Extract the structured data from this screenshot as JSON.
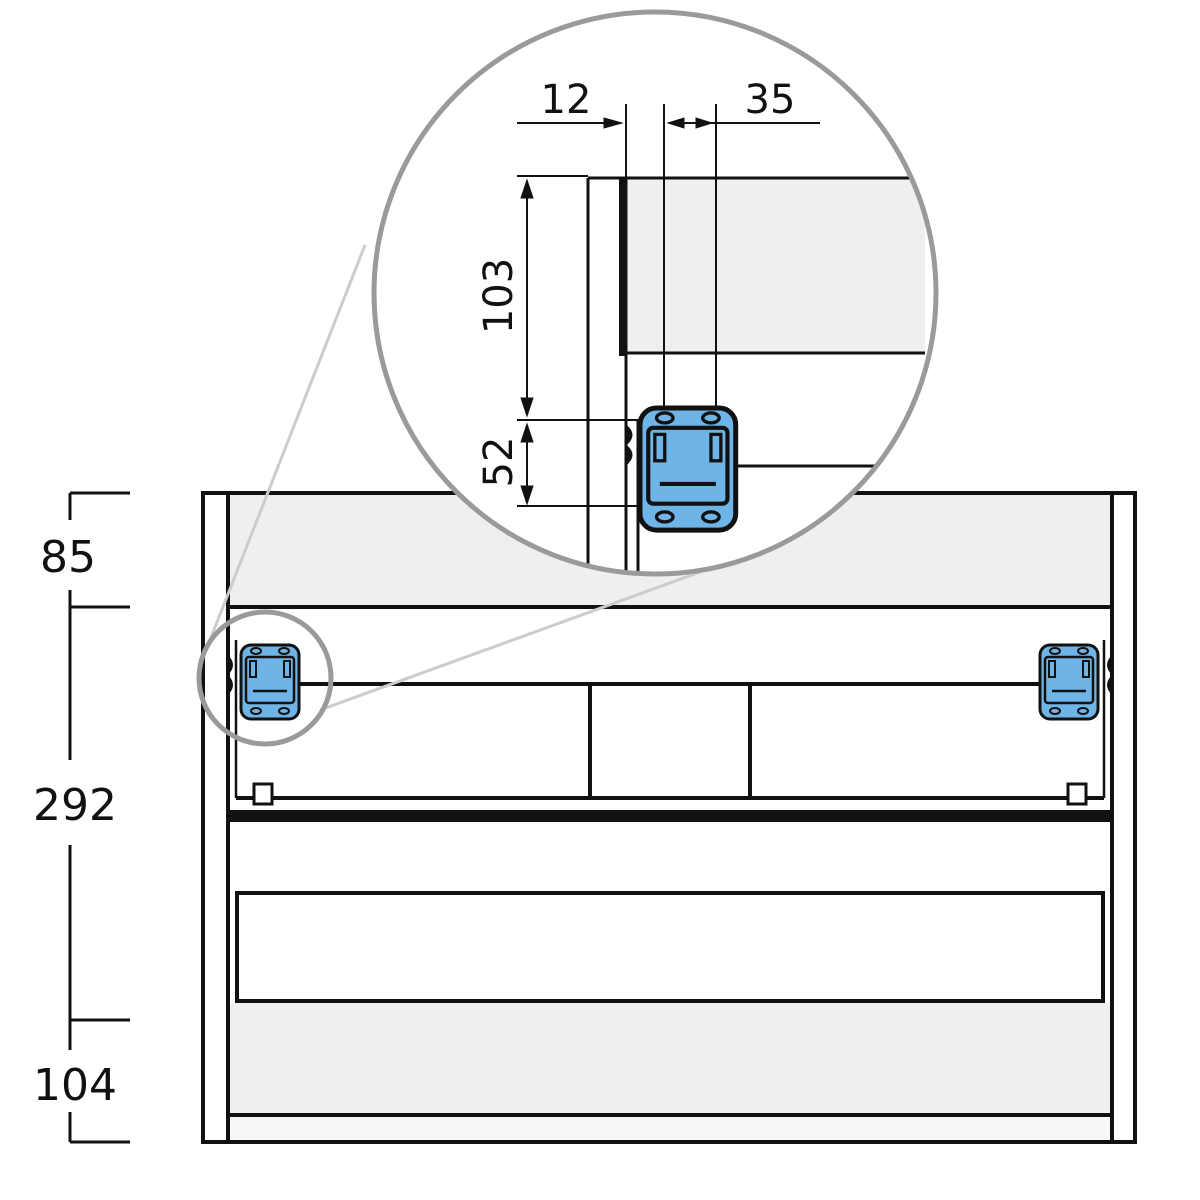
{
  "colors": {
    "bracket": "#6fb4e6",
    "panel": "#efefef",
    "line": "#111111",
    "magnifier": "#9a9a9a"
  },
  "dimensions": {
    "left": [
      {
        "label": "85"
      },
      {
        "label": "292"
      },
      {
        "label": "104"
      }
    ],
    "detail": {
      "top_left": "12",
      "top_right": "35",
      "vertical_upper": "103",
      "vertical_lower": "52"
    }
  }
}
